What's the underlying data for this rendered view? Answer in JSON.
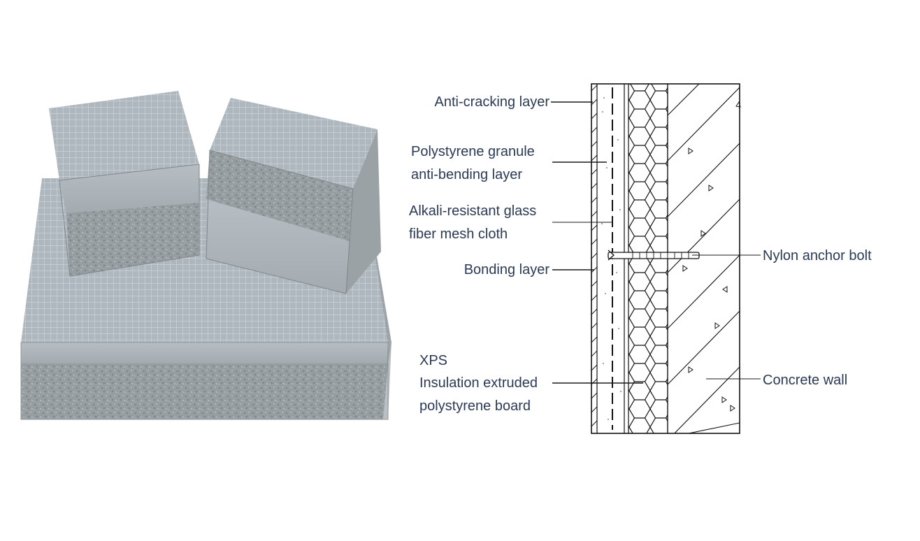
{
  "labels": {
    "anti_cracking": "Anti-cracking layer",
    "polystyrene_line1": "Polystyrene granule",
    "polystyrene_line2": "anti-bending layer",
    "alkali_line1": "Alkali-resistant glass",
    "alkali_line2": "fiber mesh cloth",
    "bonding": "Bonding layer",
    "xps_line1": "XPS",
    "xps_line2": "Insulation extruded",
    "xps_line3": "polystyrene board",
    "nylon": "Nylon anchor bolt",
    "concrete": "Concrete wall"
  },
  "colors": {
    "label_text": "#2a3a55",
    "leader_line": "#1a1a1a",
    "board_face": "#a9b2b8",
    "board_grid": "#c8cfd4",
    "foam_core": "#9aa1a5",
    "background": "#ffffff"
  },
  "icons": {
    "photo": "foam-board-photo-illustration",
    "section": "wall-cross-section-drawing"
  }
}
